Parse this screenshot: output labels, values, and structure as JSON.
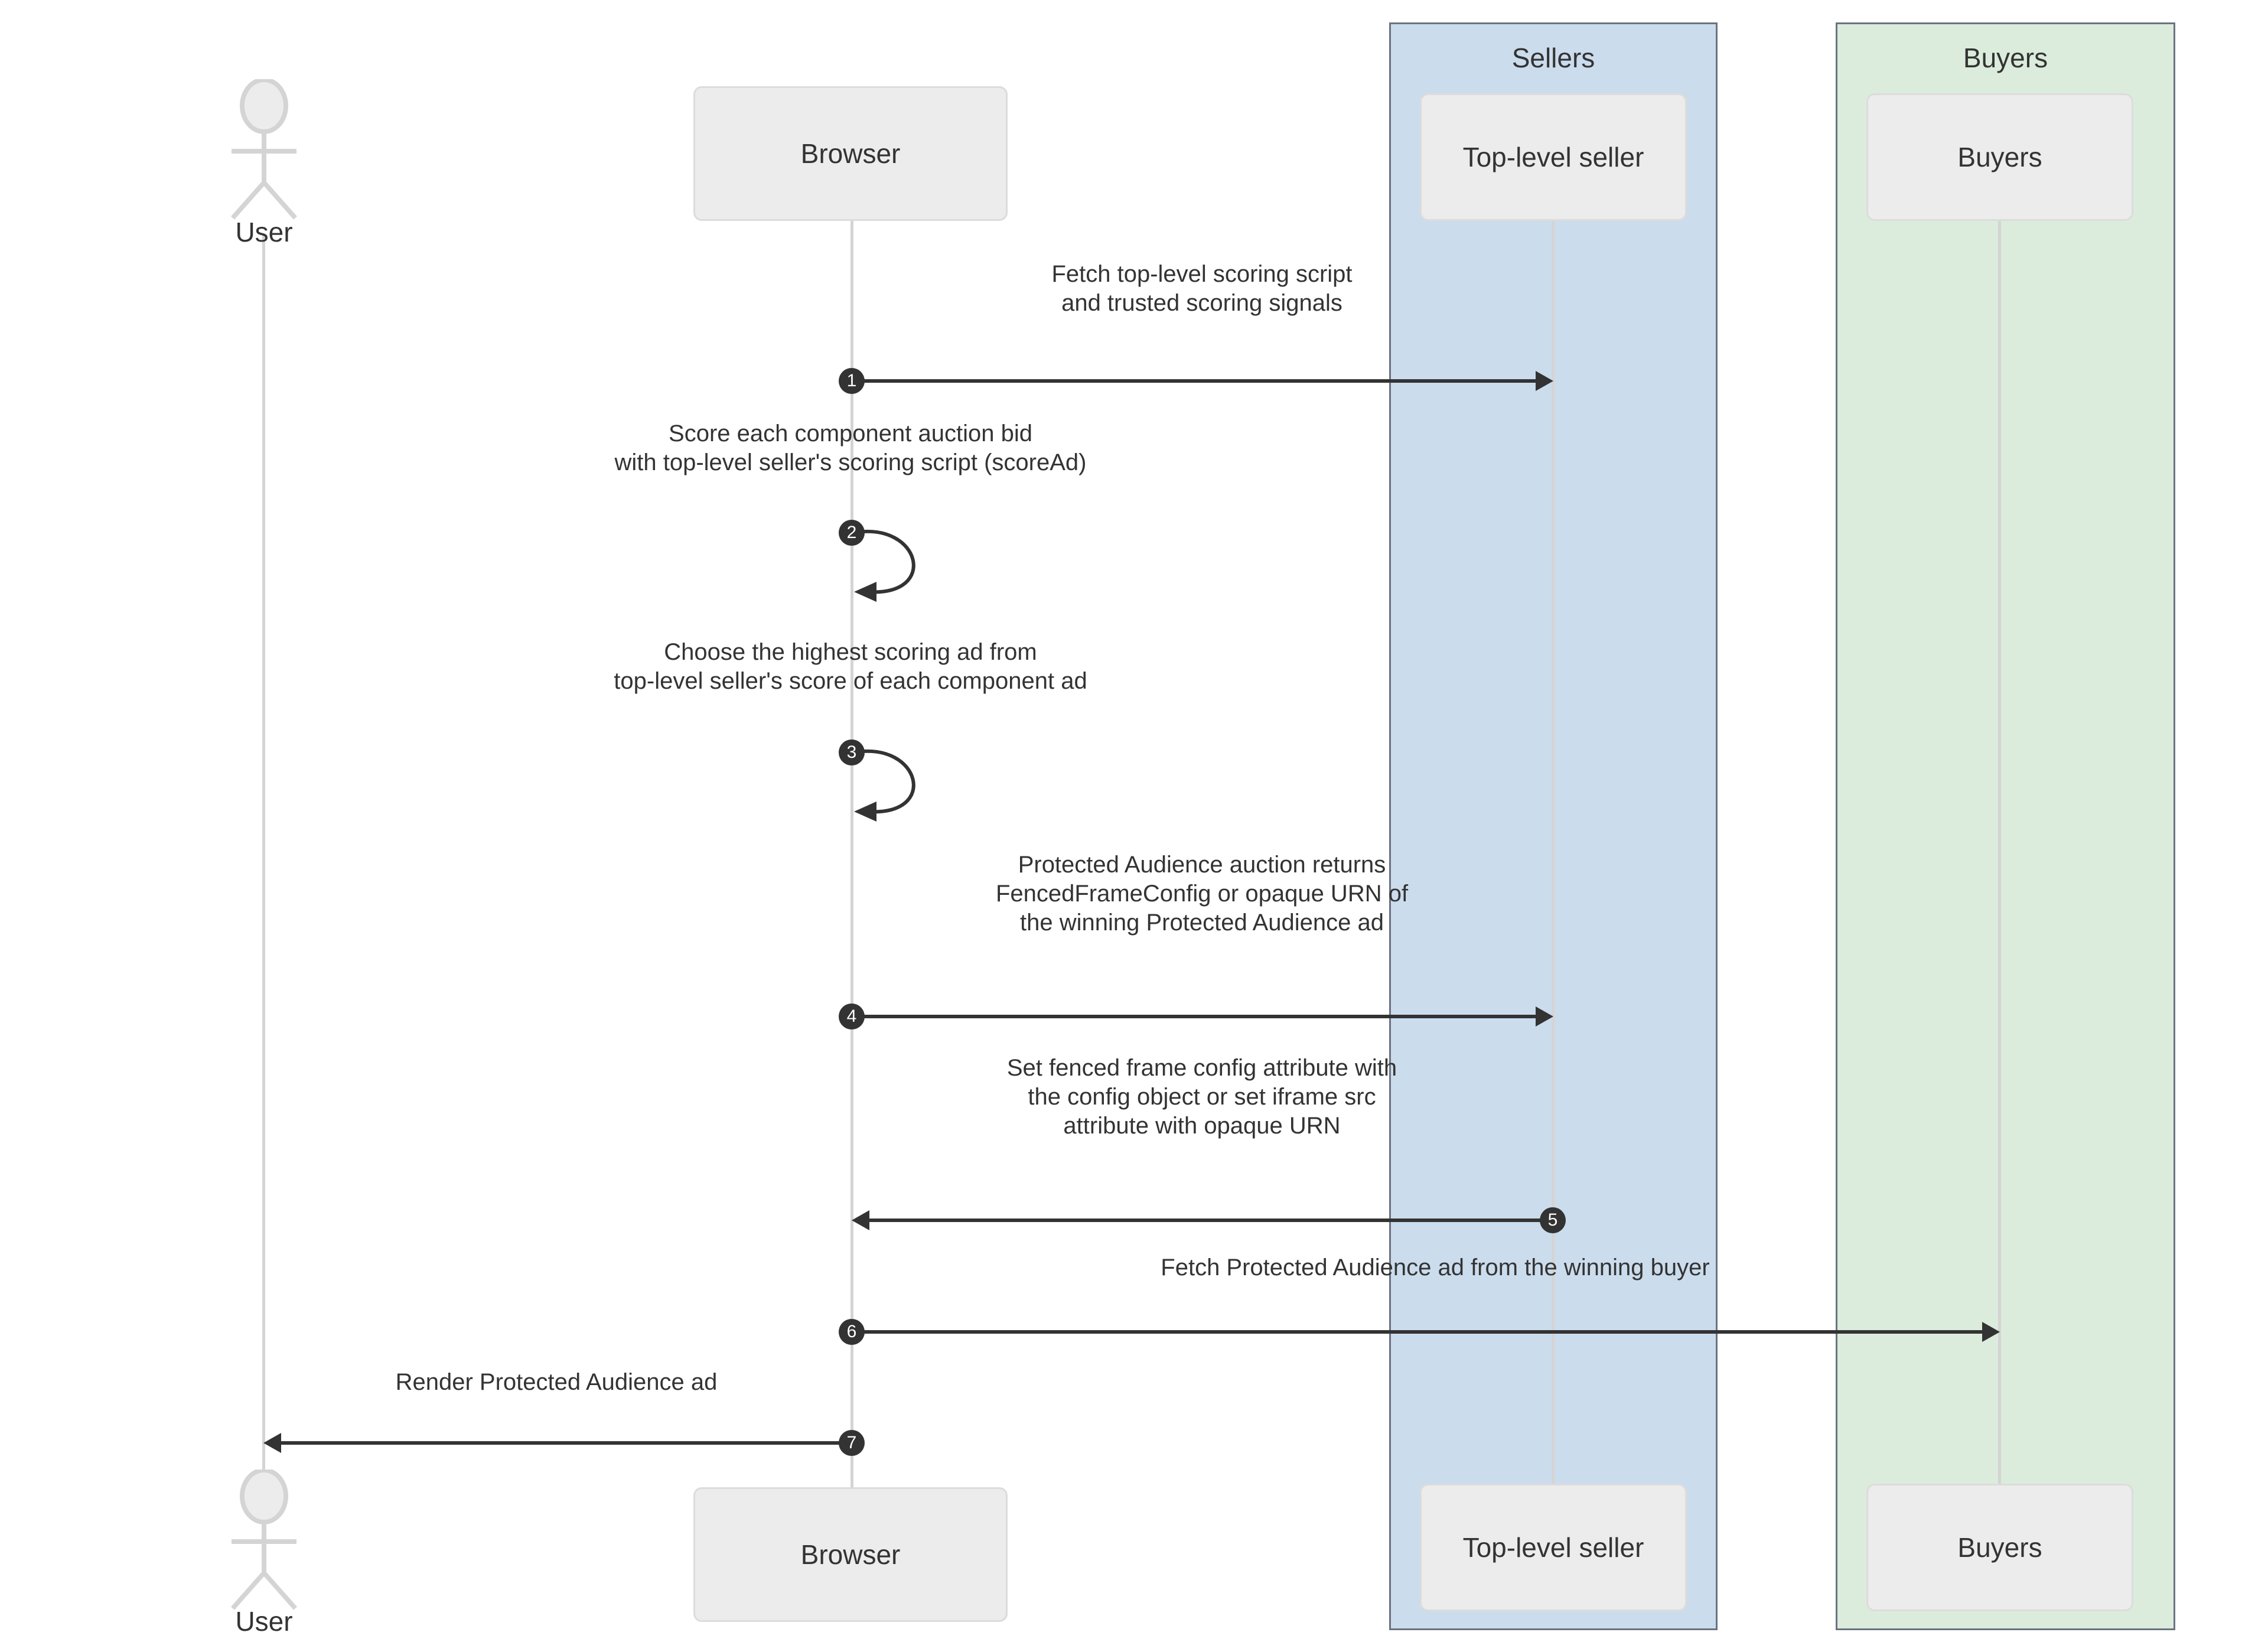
{
  "diagram": {
    "type": "sequence-diagram",
    "title": "Protected Audience multi-seller auction flow"
  },
  "groups": [
    {
      "id": "sellers",
      "label": "Sellers",
      "color": "#cbdced",
      "border": "#6b7280"
    },
    {
      "id": "buyers",
      "label": "Buyers",
      "color": "#dcecdc",
      "border": "#6b7280"
    }
  ],
  "participants": [
    {
      "id": "user",
      "label": "User",
      "kind": "actor"
    },
    {
      "id": "browser",
      "label": "Browser",
      "kind": "box"
    },
    {
      "id": "seller",
      "label": "Top-level seller",
      "kind": "box",
      "group": "sellers"
    },
    {
      "id": "buyer",
      "label": "Buyers",
      "kind": "box",
      "group": "buyers"
    }
  ],
  "messages": [
    {
      "num": "1",
      "from": "browser",
      "to": "seller",
      "direction": "right",
      "label": "Fetch top-level scoring script\nand trusted scoring signals"
    },
    {
      "num": "2",
      "from": "browser",
      "to": "browser",
      "direction": "self",
      "label": "Score each component auction bid\nwith top-level seller's scoring script (scoreAd)"
    },
    {
      "num": "3",
      "from": "browser",
      "to": "browser",
      "direction": "self",
      "label": "Choose the highest scoring ad from\ntop-level seller's score of each component ad"
    },
    {
      "num": "4",
      "from": "browser",
      "to": "seller",
      "direction": "right",
      "label": "Protected Audience auction returns\nFencedFrameConfig or opaque URN of\nthe winning Protected Audience ad"
    },
    {
      "num": "5",
      "from": "seller",
      "to": "browser",
      "direction": "left",
      "label": "Set fenced frame config attribute with\nthe config object or set iframe src\nattribute with opaque URN"
    },
    {
      "num": "6",
      "from": "browser",
      "to": "buyer",
      "direction": "right",
      "label": "Fetch Protected Audience ad from the winning buyer"
    },
    {
      "num": "7",
      "from": "browser",
      "to": "user",
      "direction": "left",
      "label": "Render Protected Audience ad"
    }
  ],
  "icons": {
    "actor": "actor-stick-figure-icon",
    "arrow_right": "arrow-right-icon",
    "arrow_left": "arrow-left-icon",
    "self_loop": "self-loop-arrow-icon"
  },
  "colors": {
    "sellers_fill": "#cbdced",
    "buyers_fill": "#dcecdc",
    "group_border": "#6b7280",
    "participant_fill": "#ececec",
    "participant_border": "#dcdcdc",
    "lifeline": "#d4d4d4",
    "arrow": "#333333",
    "text": "#333333",
    "badge_bg": "#333333",
    "badge_text": "#ffffff"
  }
}
